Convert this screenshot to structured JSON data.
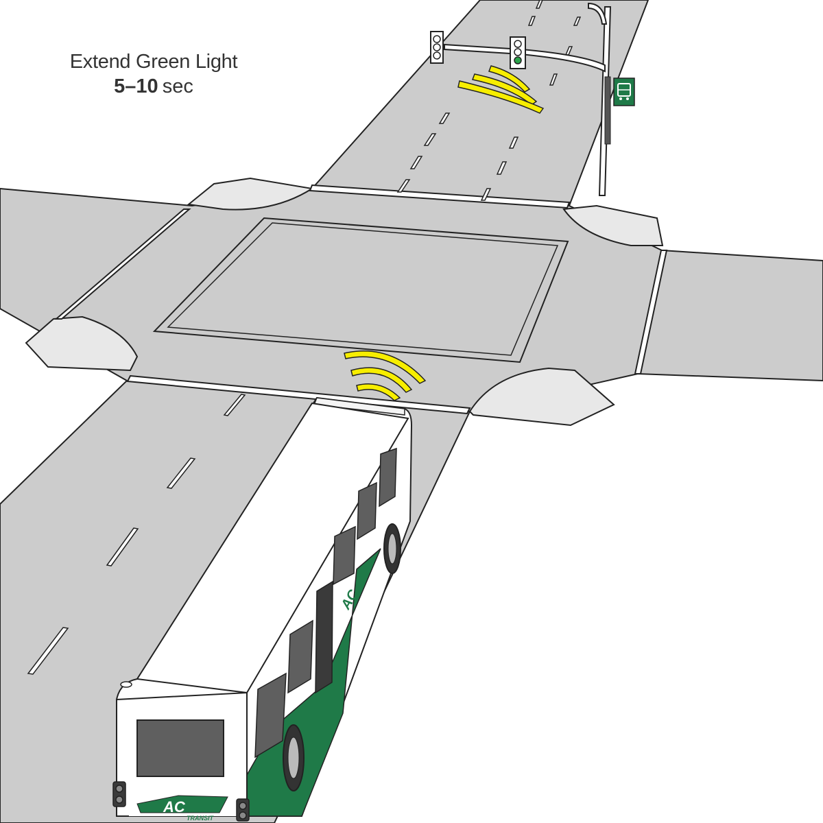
{
  "caption": {
    "line1": "Extend Green Light",
    "duration_value": "5–10",
    "duration_unit": "sec"
  },
  "bus": {
    "logo_text": "AC",
    "logo_subtext": "TRANSIT",
    "brand_color": "#1f7a48"
  },
  "signal": {
    "active_light": "green",
    "active_color": "#2aa34a"
  },
  "colors": {
    "road": "#cccccc",
    "curb": "#e6e6e6",
    "line": "#222222",
    "wave": "#f7ee00",
    "bus_sign": "#1f7a48"
  },
  "icons": [
    "traffic-light-icon",
    "bus-sign-icon",
    "signal-wave-icon",
    "bus-icon"
  ]
}
